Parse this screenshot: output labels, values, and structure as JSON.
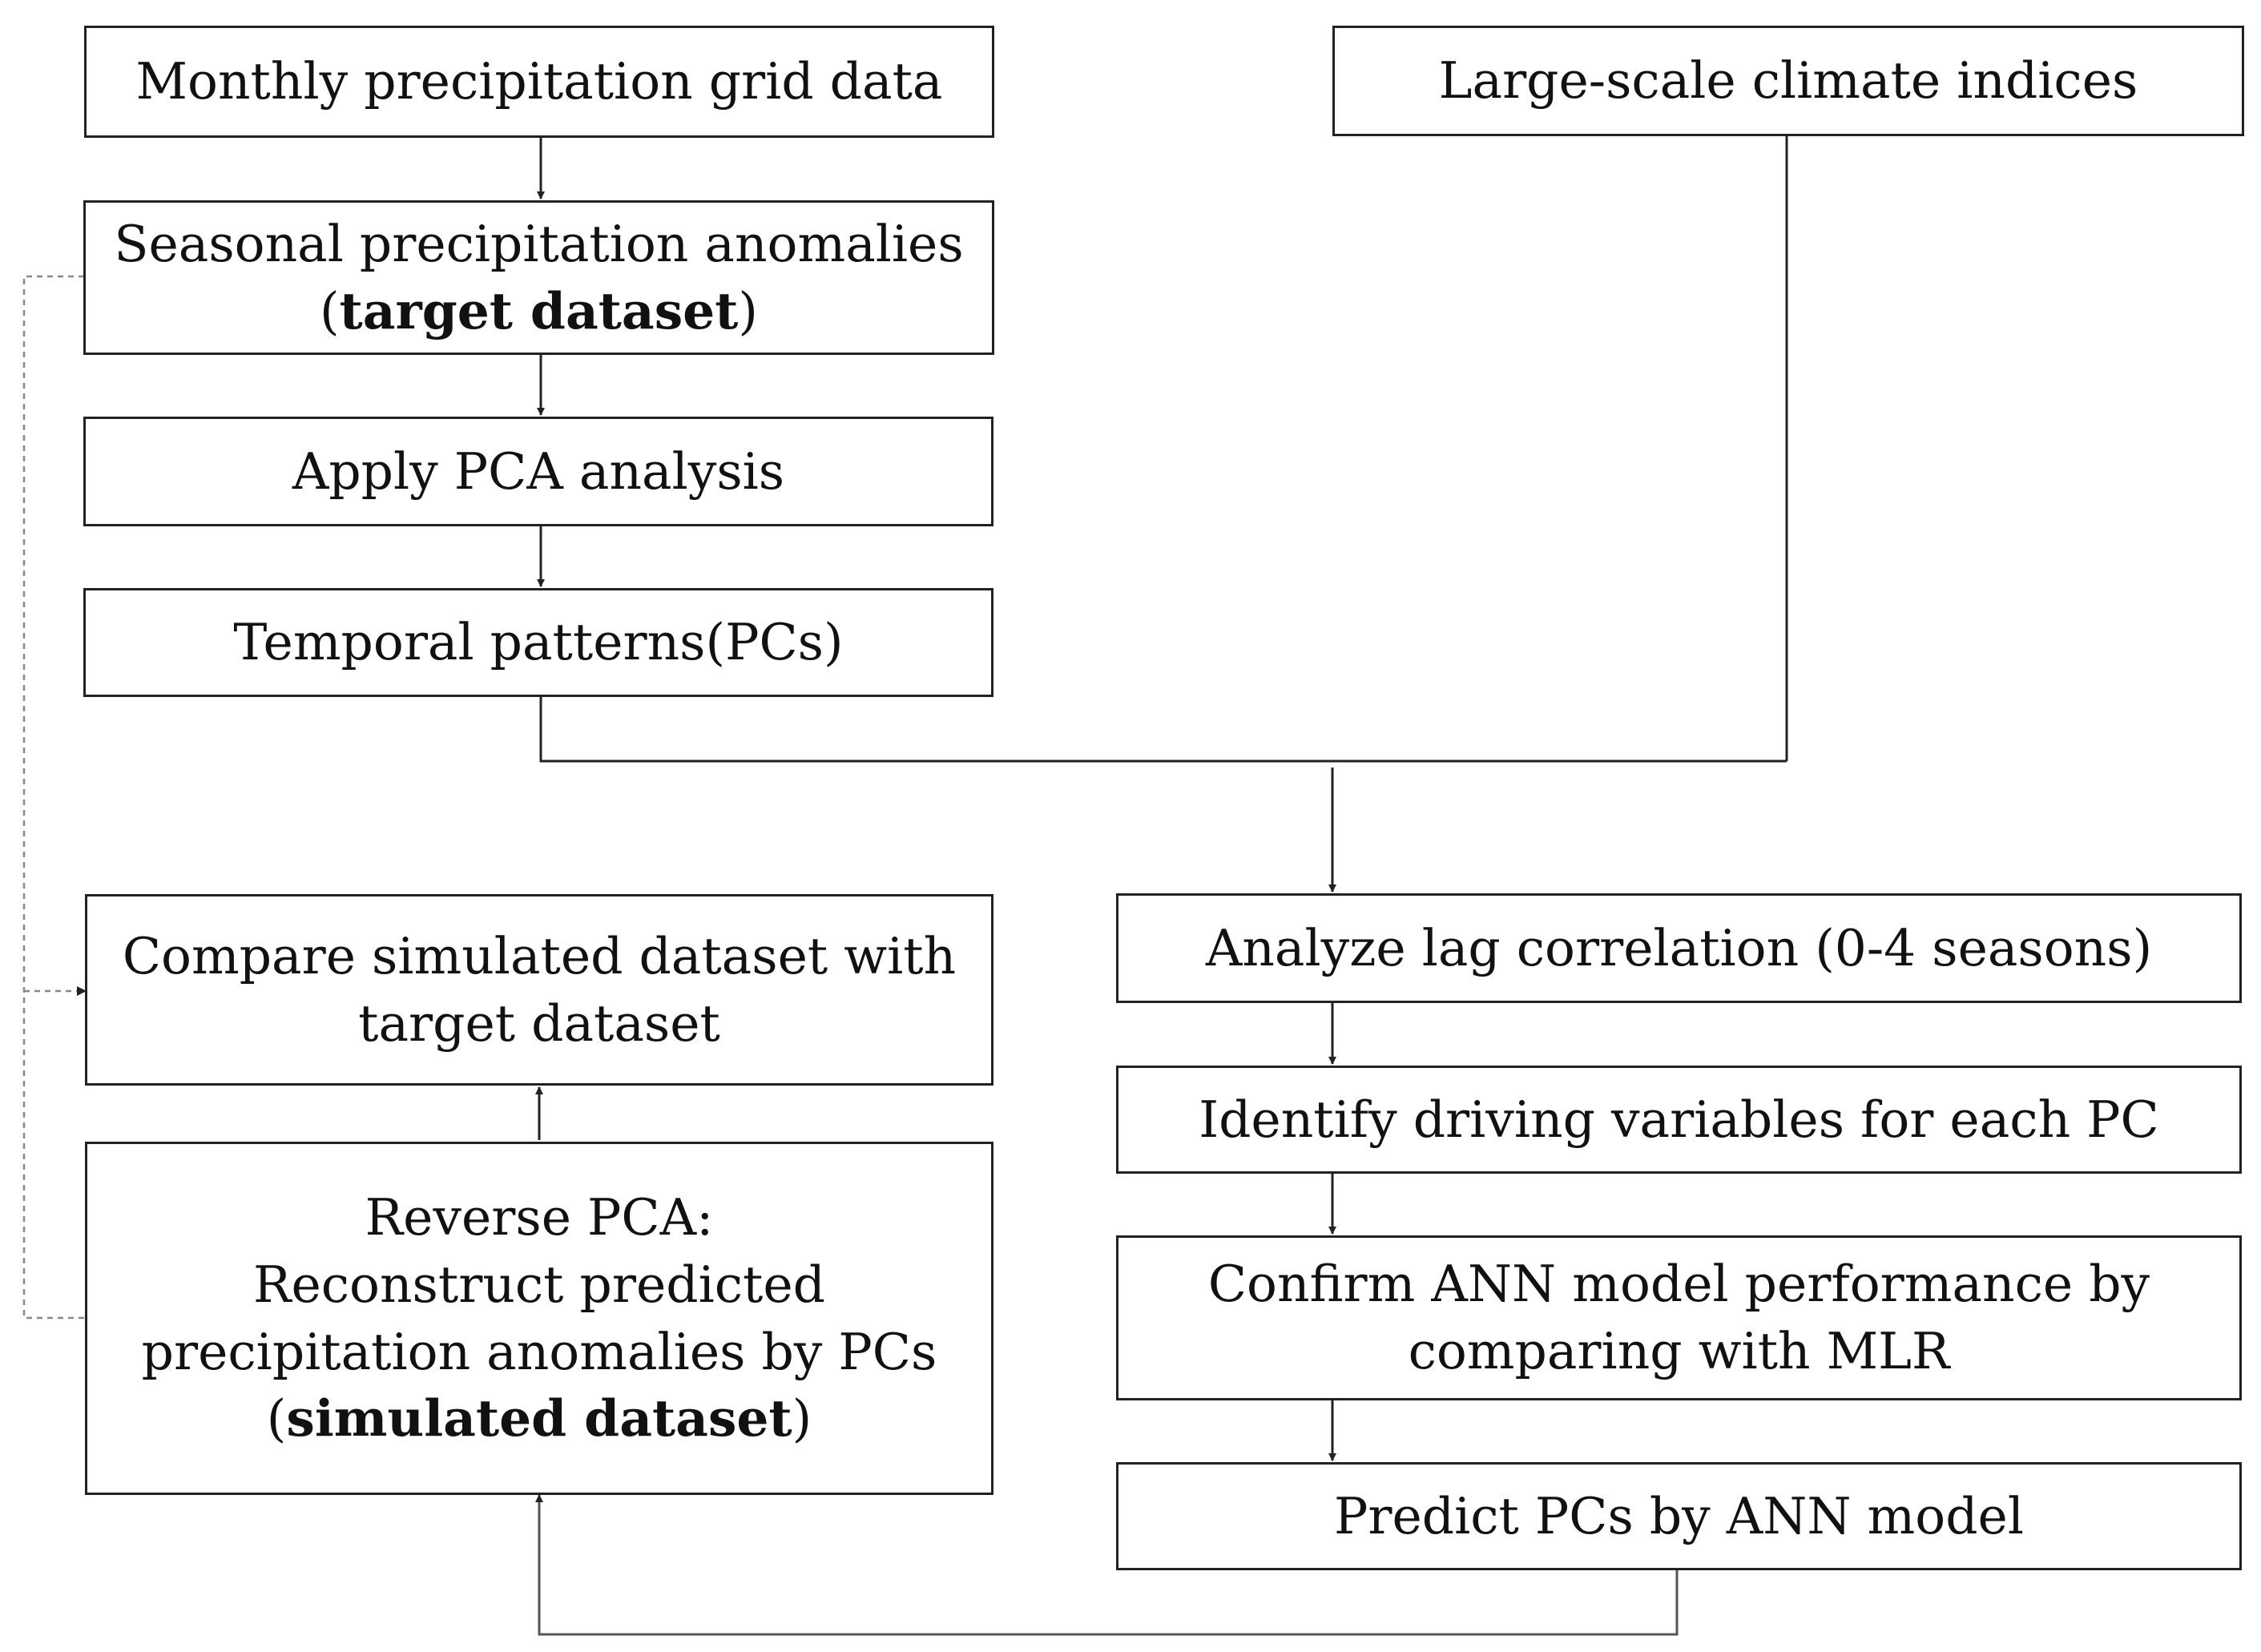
{
  "boxes": {
    "monthly_grid": {
      "text": "Monthly precipitation grid data"
    },
    "seasonal_anomalies": {
      "line1": "Seasonal precipitation anomalies",
      "open": "(",
      "bold": "target dataset",
      "close": ")"
    },
    "apply_pca": {
      "text": "Apply PCA analysis"
    },
    "temporal_patterns": {
      "text": "Temporal patterns(PCs)"
    },
    "climate_indices": {
      "text": "Large-scale climate indices"
    },
    "lag_correlation": {
      "text": "Analyze lag correlation (0-4 seasons)"
    },
    "driving_variables": {
      "text": "Identify driving variables for each PC"
    },
    "confirm_ann": {
      "line1": "Confirm ANN model performance by",
      "line2": "comparing with MLR"
    },
    "predict_pcs": {
      "text": "Predict PCs by ANN model"
    },
    "compare": {
      "line1": "Compare simulated dataset with",
      "line2": "target dataset"
    },
    "reverse_pca": {
      "line1": "Reverse PCA:",
      "line2": "Reconstruct predicted",
      "line3": "precipitation anomalies by PCs",
      "open": "(",
      "bold": "simulated dataset",
      "close": ")"
    }
  },
  "colors": {
    "stroke": "#222222",
    "dashed": "#888888",
    "background": "#ffffff"
  }
}
